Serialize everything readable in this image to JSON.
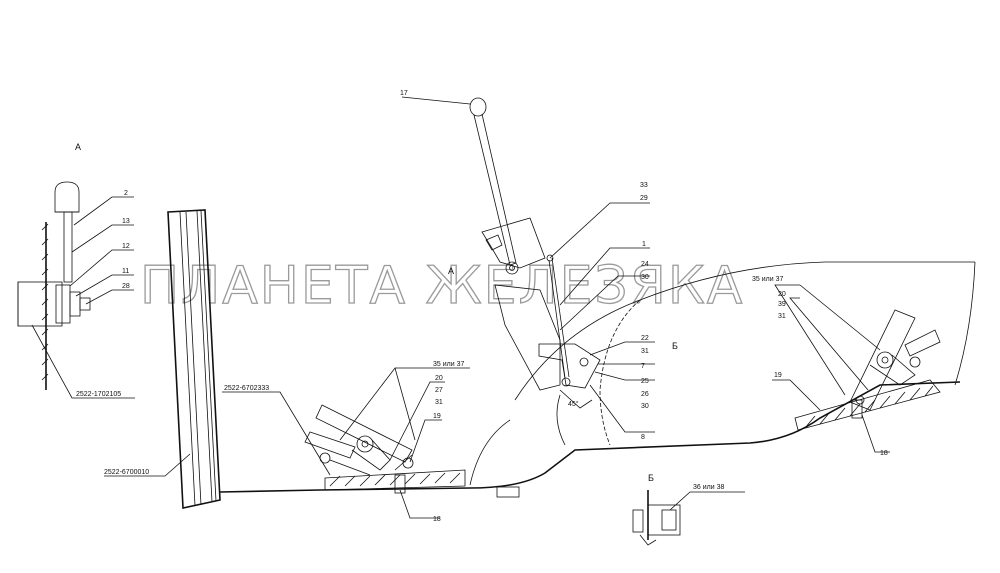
{
  "watermark": "ПЛАНЕТА ЖЕЛЕЗЯКА",
  "view_labels": {
    "a_top": "А",
    "a_center": "А",
    "b_center": "Б",
    "b_bottom": "Б"
  },
  "part_numbers": {
    "p2522_1702105": "2522-1702105",
    "p2522_6700010": "2522-6700010",
    "p2522_6702333": "2522-6702333"
  },
  "callouts": {
    "c17": "17",
    "c2": "2",
    "c13": "13",
    "c12": "12",
    "c11": "11",
    "c28": "28",
    "c33": "33",
    "c29": "29",
    "c1": "1",
    "c24": "24",
    "c30a": "30",
    "c22": "22",
    "c31a": "31",
    "c7": "7",
    "c25": "25",
    "c26": "26",
    "c30b": "30",
    "c8": "8",
    "angle": "45°",
    "c35r": "35 или 37",
    "c20r": "20",
    "c39r": "39",
    "c31r": "31",
    "c19r": "19",
    "c18r": "18",
    "c35l": "35 или 37",
    "c20l": "20",
    "c27l": "27",
    "c31l": "31",
    "c19l": "19",
    "c18l": "18",
    "c36": "36 или 38"
  }
}
